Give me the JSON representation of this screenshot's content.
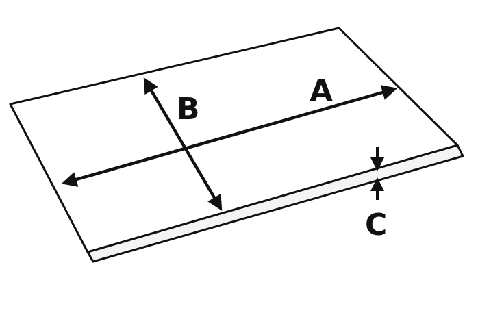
{
  "labels": {
    "a": "A",
    "b": "B",
    "c": "C"
  },
  "colors": {
    "stroke": "#111111",
    "board_fill": "#ffffff",
    "edge_fill": "#f4f4f4"
  }
}
